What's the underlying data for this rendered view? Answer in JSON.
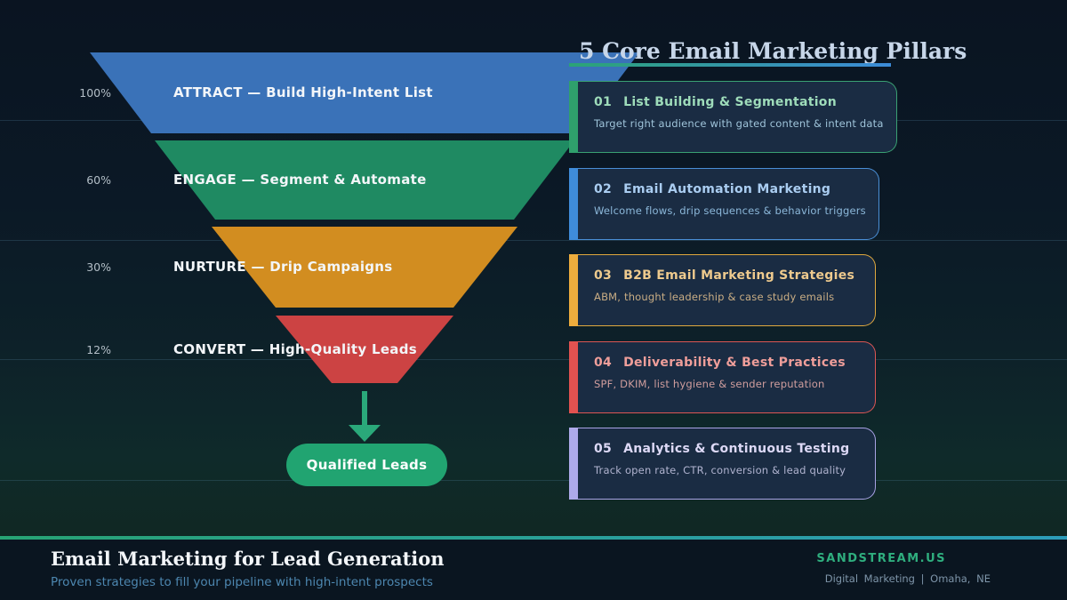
{
  "funnel": {
    "stages": [
      {
        "pct": "100%",
        "label": "ATTRACT — Build High-Intent List",
        "color": "#3a72b8"
      },
      {
        "pct": "60%",
        "label": "ENGAGE — Segment & Automate",
        "color": "#1f8a62"
      },
      {
        "pct": "30%",
        "label": "NURTURE — Drip Campaigns",
        "color": "#d28d20"
      },
      {
        "pct": "12%",
        "label": "CONVERT — High-Quality Leads",
        "color": "#cc4343"
      }
    ],
    "arrow_color": "#2aa97a",
    "result_label": "Qualified Leads",
    "result_color": "#21a471"
  },
  "pillars": {
    "title": "5 Core Email Marketing Pillars",
    "underline_gradient": [
      "#2ba376",
      "#3c8cd9"
    ],
    "items": [
      {
        "num": "01",
        "title": "List Building & Segmentation",
        "desc": "Target right audience with gated content & intent data",
        "accent": "#2fa06c"
      },
      {
        "num": "02",
        "title": "Email Automation Marketing",
        "desc": "Welcome flows, drip sequences & behavior triggers",
        "accent": "#3f8cda"
      },
      {
        "num": "03",
        "title": "B2B Email Marketing Strategies",
        "desc": "ABM, thought leadership & case study emails",
        "accent": "#eead3d"
      },
      {
        "num": "04",
        "title": "Deliverability & Best Practices",
        "desc": "SPF, DKIM, list hygiene & sender reputation",
        "accent": "#e25250"
      },
      {
        "num": "05",
        "title": "Analytics & Continuous Testing",
        "desc": "Track open rate, CTR, conversion & lead quality",
        "accent": "#aeaaea"
      }
    ]
  },
  "footer": {
    "title": "Email Marketing for Lead Generation",
    "subtitle": "Proven strategies to fill your pipeline with high-intent prospects",
    "brand": "SANDSTREAM.US",
    "meta": "Digital Marketing | Omaha, NE",
    "bar_gradient": [
      "#27a374",
      "#2d9cb9"
    ]
  }
}
